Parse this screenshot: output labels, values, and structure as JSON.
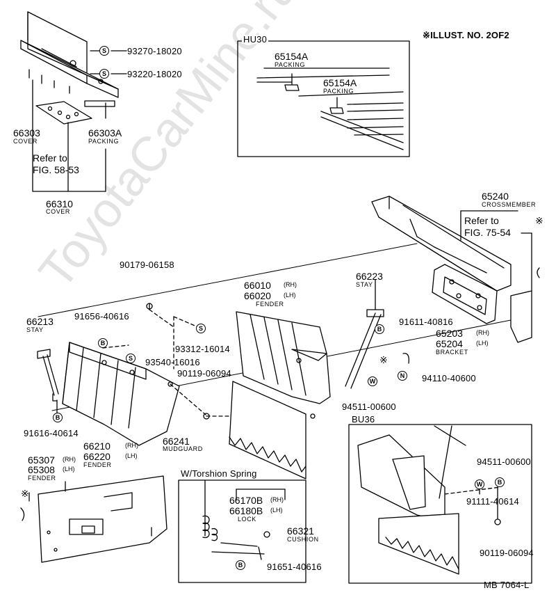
{
  "header": {
    "illust": "※ILLUST. NO. 2OF2",
    "footer": "MB 7064-L"
  },
  "watermark": "ToyotaCarMine.ru",
  "symbols": {
    "s": "S",
    "b": "B",
    "w": "W",
    "n": "N",
    "asterisk": "※"
  },
  "inset_hu30": {
    "title": "HU30",
    "part1": "65154A",
    "part1_name": "PACKING",
    "part2": "65154A",
    "part2_name": "PACKING"
  },
  "top_left": {
    "bolt1": "93270-18020",
    "bolt2": "93220-18020",
    "cover": "66303",
    "cover_name": "COVER",
    "packing": "66303A",
    "packing_name": "PACKING",
    "refer": "Refer to",
    "refer_fig": "FIG. 58-53",
    "cover2": "66310",
    "cover2_name": "COVER"
  },
  "crossmember": {
    "part": "65240",
    "name": "CROSSMEMBER",
    "refer": "Refer to",
    "refer_fig": "FIG. 75-54"
  },
  "left_parts": {
    "p90179": "90179-06158",
    "stay": "66213",
    "stay_name": "STAY",
    "p91656": "91656-40616",
    "p93312": "93312-16014",
    "p93540": "93540-16016",
    "p90119": "90119-06094",
    "p91616": "91616-40614",
    "fender_rh": "66210",
    "fender_rh_tag": "(RH)",
    "fender_lh": "66220",
    "fender_lh_tag": "(LH)",
    "fender_name": "FENDER"
  },
  "center_parts": {
    "fender_rh": "66010",
    "fender_rh_tag": "(RH)",
    "fender_lh": "66020",
    "fender_lh_tag": "(LH)",
    "fender_name": "FENDER",
    "stay": "66223",
    "stay_name": "STAY",
    "p91611": "91611-40816",
    "bracket_rh": "65203",
    "bracket_rh_tag": "(RH)",
    "bracket_lh": "65204",
    "bracket_lh_tag": "(LH)",
    "bracket_name": "BRACKET",
    "p94110": "94110-40600",
    "p94511": "94511-00600",
    "mudguard": "66241",
    "mudguard_name": "MUDGUARD"
  },
  "bottom_left": {
    "fender_rh": "65307",
    "fender_rh_tag": "(RH)",
    "fender_lh": "65308",
    "fender_lh_tag": "(LH)",
    "fender_name": "FENDER"
  },
  "torsion": {
    "title": "W/Torshion Spring",
    "lock_rh": "66170B",
    "lock_rh_tag": "(RH)",
    "lock_lh": "66180B",
    "lock_lh_tag": "(LH)",
    "lock_name": "LOCK",
    "cushion": "66321",
    "cushion_name": "CUSHION",
    "p91651": "91651-40616"
  },
  "bu36": {
    "title": "BU36",
    "p94511": "94511-00600",
    "p91111": "91111-40614",
    "p90119": "90119-06094"
  }
}
